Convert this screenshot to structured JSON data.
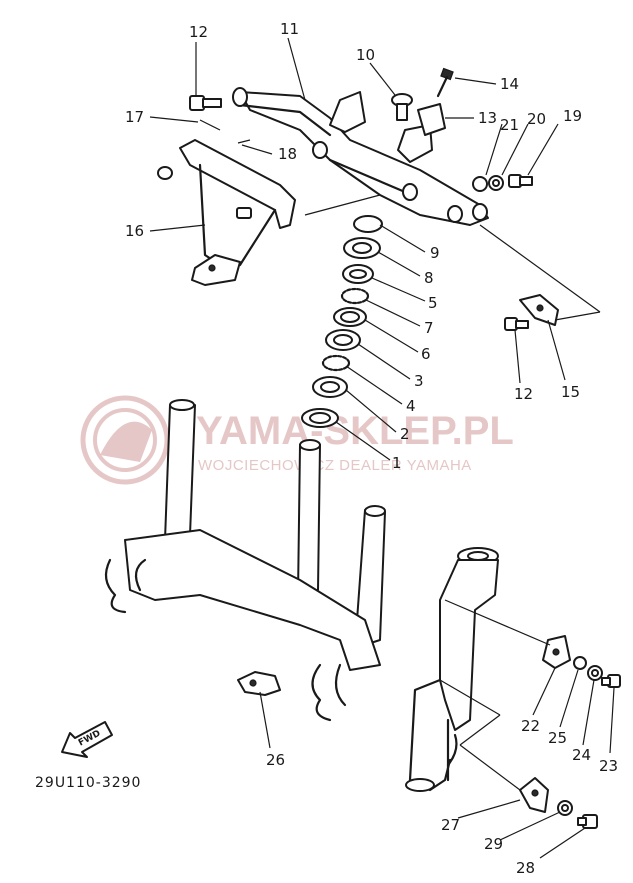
{
  "diagram_code": "29U110-3290",
  "fwd_label": "FWD",
  "watermark": {
    "title": "YAMA-SKLEP.PL",
    "subtitle": "WOJCIECHOWICZ DEALER YAMAHA",
    "color": "#e6c7c7"
  },
  "callouts": {
    "p1": "1",
    "p2": "2",
    "p3": "3",
    "p4": "4",
    "p5": "5",
    "p6": "6",
    "p7": "7",
    "p8": "8",
    "p9": "9",
    "p10": "10",
    "p11": "11",
    "p12a": "12",
    "p12b": "12",
    "p13": "13",
    "p14": "14",
    "p15": "15",
    "p16": "16",
    "p17": "17",
    "p18": "18",
    "p19": "19",
    "p20": "20",
    "p21": "21",
    "p22": "22",
    "p23": "23",
    "p24": "24",
    "p25": "25",
    "p26": "26",
    "p27": "27",
    "p28": "28",
    "p29": "29"
  }
}
